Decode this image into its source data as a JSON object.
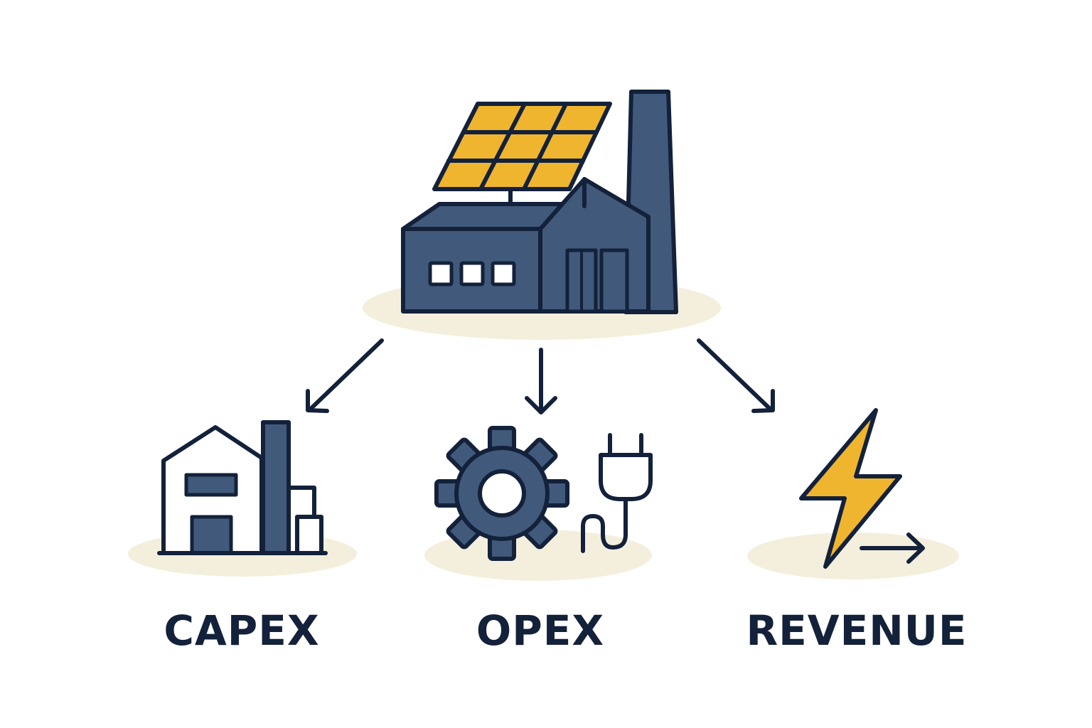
{
  "labels": {
    "capex": "CAPEX",
    "opex": "OPEX",
    "revenue": "REVENUE"
  },
  "icons": {
    "source": "solar-factory-icon",
    "capex": "factory-building-icon",
    "opex": "gear-icon",
    "opex_extra": "power-plug-icon",
    "revenue": "lightning-bolt-icon",
    "revenue_extra": "right-arrow-icon"
  },
  "colors": {
    "navy": "#415a7b",
    "outline": "#13213a",
    "solar_yellow": "#f0b52e",
    "shadow": "#f3efdc",
    "window": "#ffffff"
  }
}
